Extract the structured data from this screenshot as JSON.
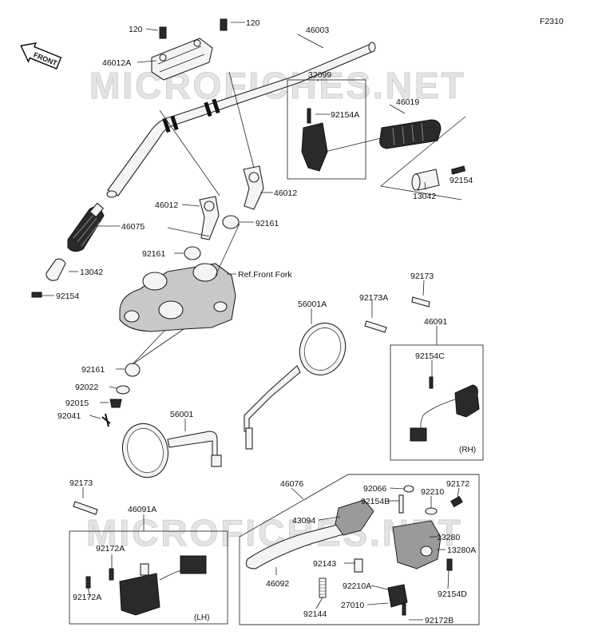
{
  "diagram_id": "F2310",
  "watermark": "MICROFICHES.NET",
  "front_badge": "FRONT",
  "ref_text": "Ref.Front Fork",
  "box_labels": {
    "rh": "(RH)",
    "lh": "(LH)"
  },
  "part_labels": {
    "p120a": "120",
    "p120b": "120",
    "p46003": "46003",
    "p46012a": "46012A",
    "p32099": "32099",
    "p92154a": "92154A",
    "p46019": "46019",
    "p92154_r": "92154",
    "p13042_r": "13042",
    "p46012_l": "46012",
    "p46012_r": "46012",
    "p46075": "46075",
    "p92161_r": "92161",
    "p92161_m": "92161",
    "p13042_l": "13042",
    "p92154_l": "92154",
    "p92173": "92173",
    "p92173a": "92173A",
    "p56001a": "56001A",
    "p46091": "46091",
    "p92154c": "92154C",
    "p92161_b": "92161",
    "p92022": "92022",
    "p92015": "92015",
    "p92041": "92041",
    "p56001": "56001",
    "p92173_l": "92173",
    "p46076": "46076",
    "p92066": "92066",
    "p92210": "92210",
    "p92172": "92172",
    "p46091a": "46091A",
    "p43094": "43094",
    "p92154b": "92154B",
    "p13280": "13280",
    "p13280a": "13280A",
    "p92172a_1": "92172A",
    "p92143": "92143",
    "p46092": "46092",
    "p92210a": "92210A",
    "p92172a_2": "92172A",
    "p92154d": "92154D",
    "p92144": "92144",
    "p27010": "27010",
    "p92172b": "92172B"
  }
}
